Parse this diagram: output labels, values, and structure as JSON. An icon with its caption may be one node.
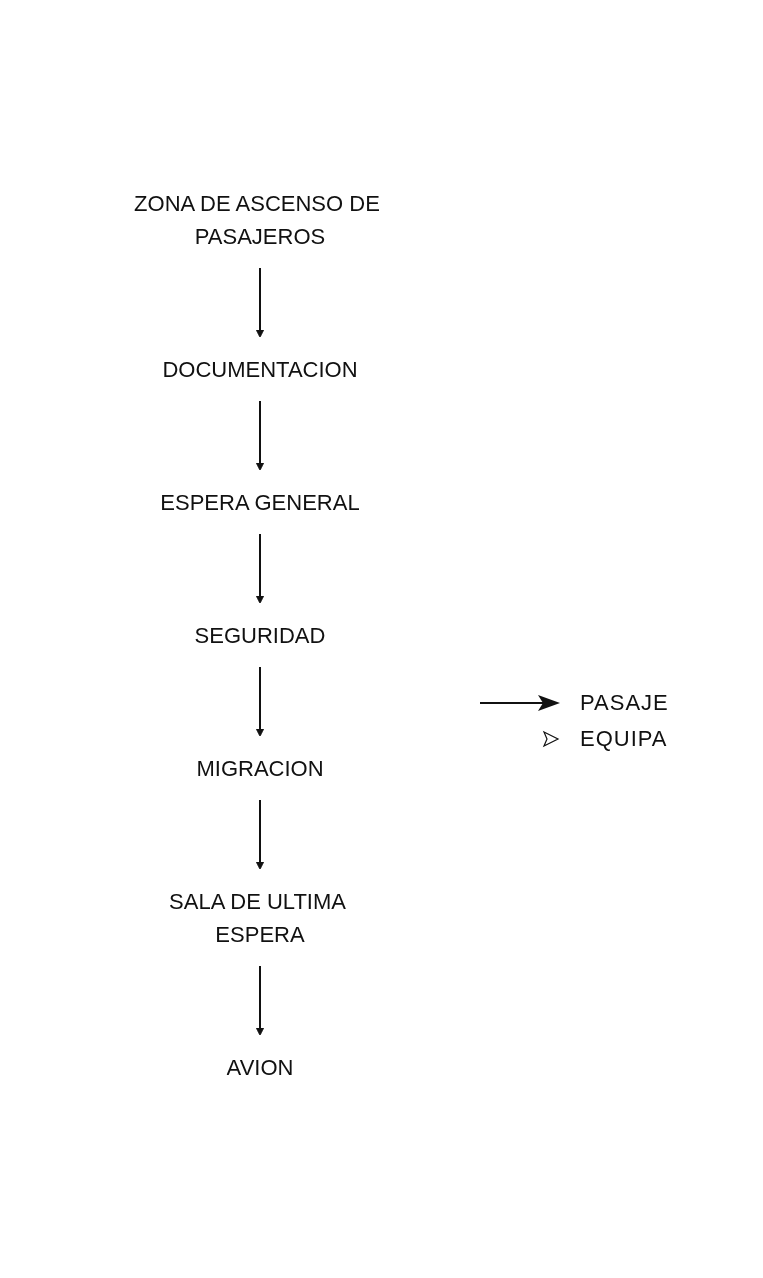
{
  "diagram": {
    "nodes": [
      {
        "text": [
          "ZONA DE ASCENSO DE PASAJEROS"
        ]
      },
      {
        "text": [
          "DOCUMENTACION"
        ]
      },
      {
        "text": [
          "ESPERA GENERAL"
        ]
      },
      {
        "text": [
          "SEGURIDAD"
        ]
      },
      {
        "text": [
          "MIGRACION"
        ]
      },
      {
        "text": [
          "SALA DE ULTIMA ESPERA"
        ]
      },
      {
        "text": [
          "AVION"
        ]
      }
    ],
    "edges": [
      {
        "from": 0,
        "to": 1,
        "arrow": "to"
      },
      {
        "from": 1,
        "to": 2,
        "arrow": "to"
      },
      {
        "from": 2,
        "to": 3,
        "arrow": "to"
      },
      {
        "from": 3,
        "to": 4,
        "arrow": "to"
      },
      {
        "from": 4,
        "to": 5,
        "arrow": "to"
      },
      {
        "from": 5,
        "to": 6,
        "arrow": "to"
      }
    ],
    "legend": [
      {
        "text": "PASAJE"
      },
      {
        "text": "EQUIPA"
      }
    ]
  }
}
